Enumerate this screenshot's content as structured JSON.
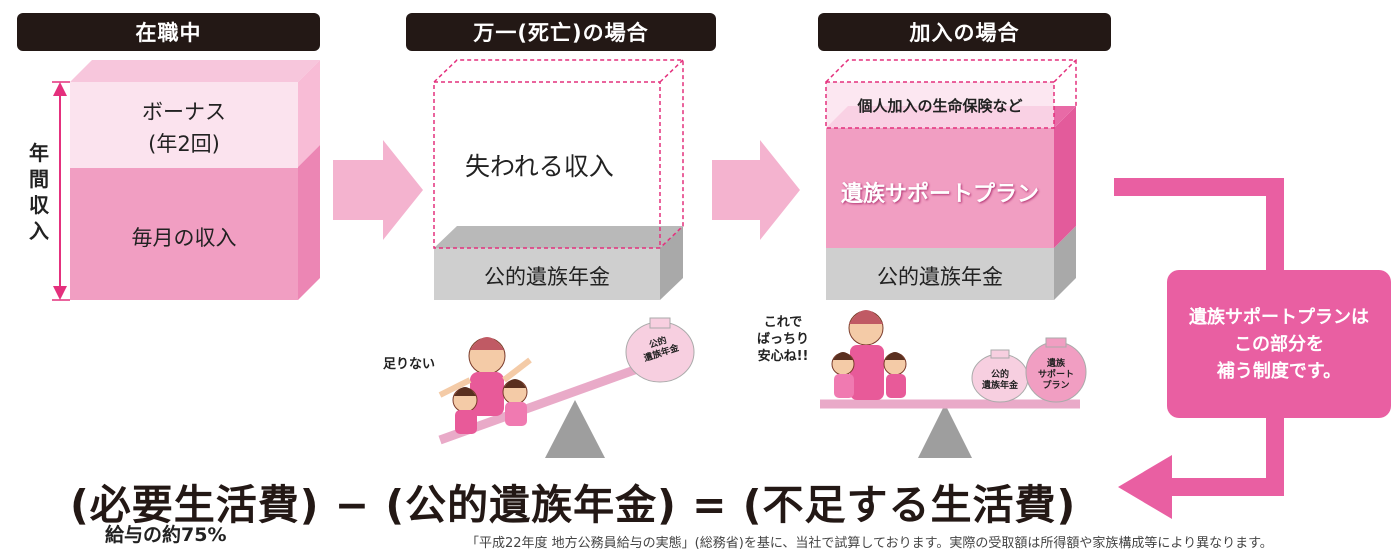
{
  "headers": {
    "employed": "在職中",
    "death": "万一(死亡)の場合",
    "joined": "加入の場合"
  },
  "employed_box": {
    "bonus_line1": "ボーナス",
    "bonus_line2": "(年2回)",
    "monthly": "毎月の収入",
    "annual_label": [
      "年",
      "間",
      "収",
      "入"
    ]
  },
  "death_box": {
    "lost_income": "失われる収入",
    "public_pension": "公的遺族年金"
  },
  "joined_box": {
    "private_insurance": "個人加入の生命保険など",
    "support_plan": "遺族サポートプラン",
    "public_pension": "公的遺族年金"
  },
  "illustrations": {
    "not_enough": "足りない",
    "relieved": [
      "これで",
      "ばっちり",
      "安心ね!!"
    ],
    "bag_pension": [
      "公的",
      "遺族年金"
    ],
    "bag_support": [
      "遺族",
      "サポート",
      "プラン"
    ]
  },
  "side_box": {
    "lines": [
      "遺族サポートプランは",
      "この部分を",
      "補う制度です。"
    ]
  },
  "formula": {
    "text": "(必要生活費) − (公的遺族年金) = (不足する生活費)",
    "sub": "給与の約75%"
  },
  "footnote": "「平成22年度 地方公務員給与の実態」(総務省)を基に、当社で試算しております。実際の受取額は所得額や家族構成等により異なります。",
  "colors": {
    "pink_dark": "#e95fa2",
    "pink_mid": "#f19ec2",
    "pink_light": "#fbe3ee",
    "gray": "#cfcfcf",
    "header": "#231815"
  }
}
